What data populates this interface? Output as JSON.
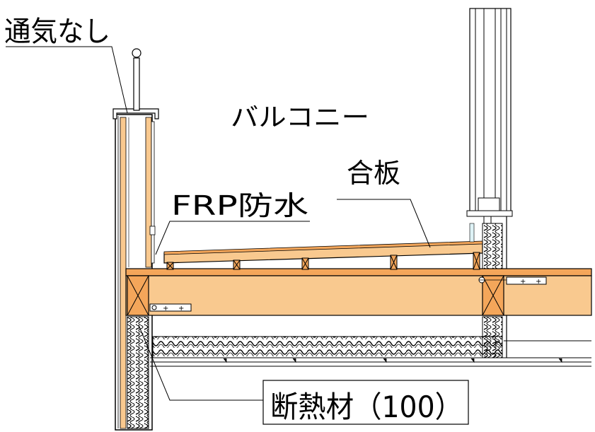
{
  "labels": {
    "vent": "通気なし",
    "balcony": "バルコニー",
    "plywood": "合板",
    "frp": "FRP防水",
    "insulation": "断熱材（100）"
  },
  "colors": {
    "wood": "#f9c98f",
    "wood_dark": "#f4a65a",
    "line": "#000000",
    "insulation_box": "#ffffff"
  }
}
